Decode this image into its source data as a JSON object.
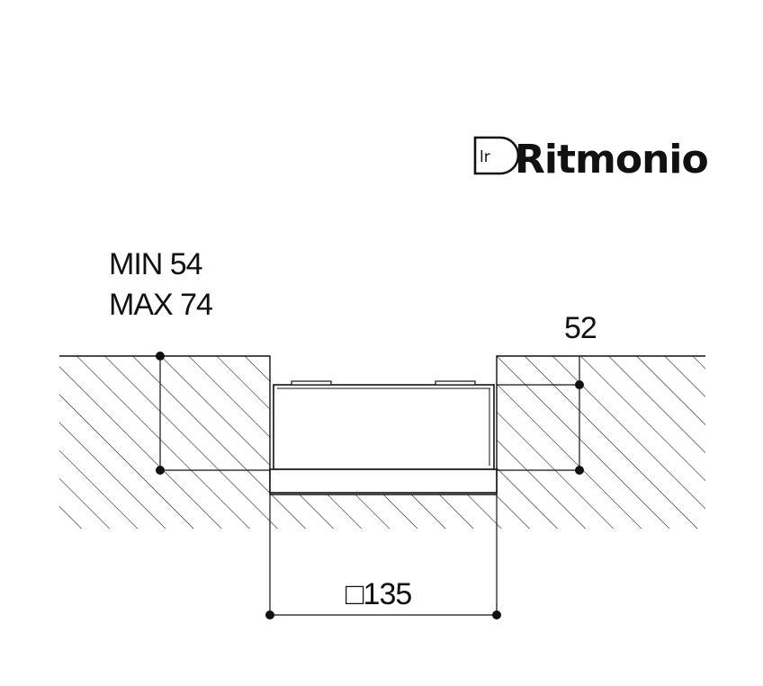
{
  "brand": {
    "name": "Ritmonio",
    "logo_mark": "lr",
    "logo_icon": "ritmonio-logo-icon"
  },
  "dimensions": {
    "depth_min": "MIN 54",
    "depth_max": "MAX 74",
    "right_depth": "52",
    "width": "□135"
  },
  "colors": {
    "line": "#111111",
    "background": "#ffffff"
  }
}
